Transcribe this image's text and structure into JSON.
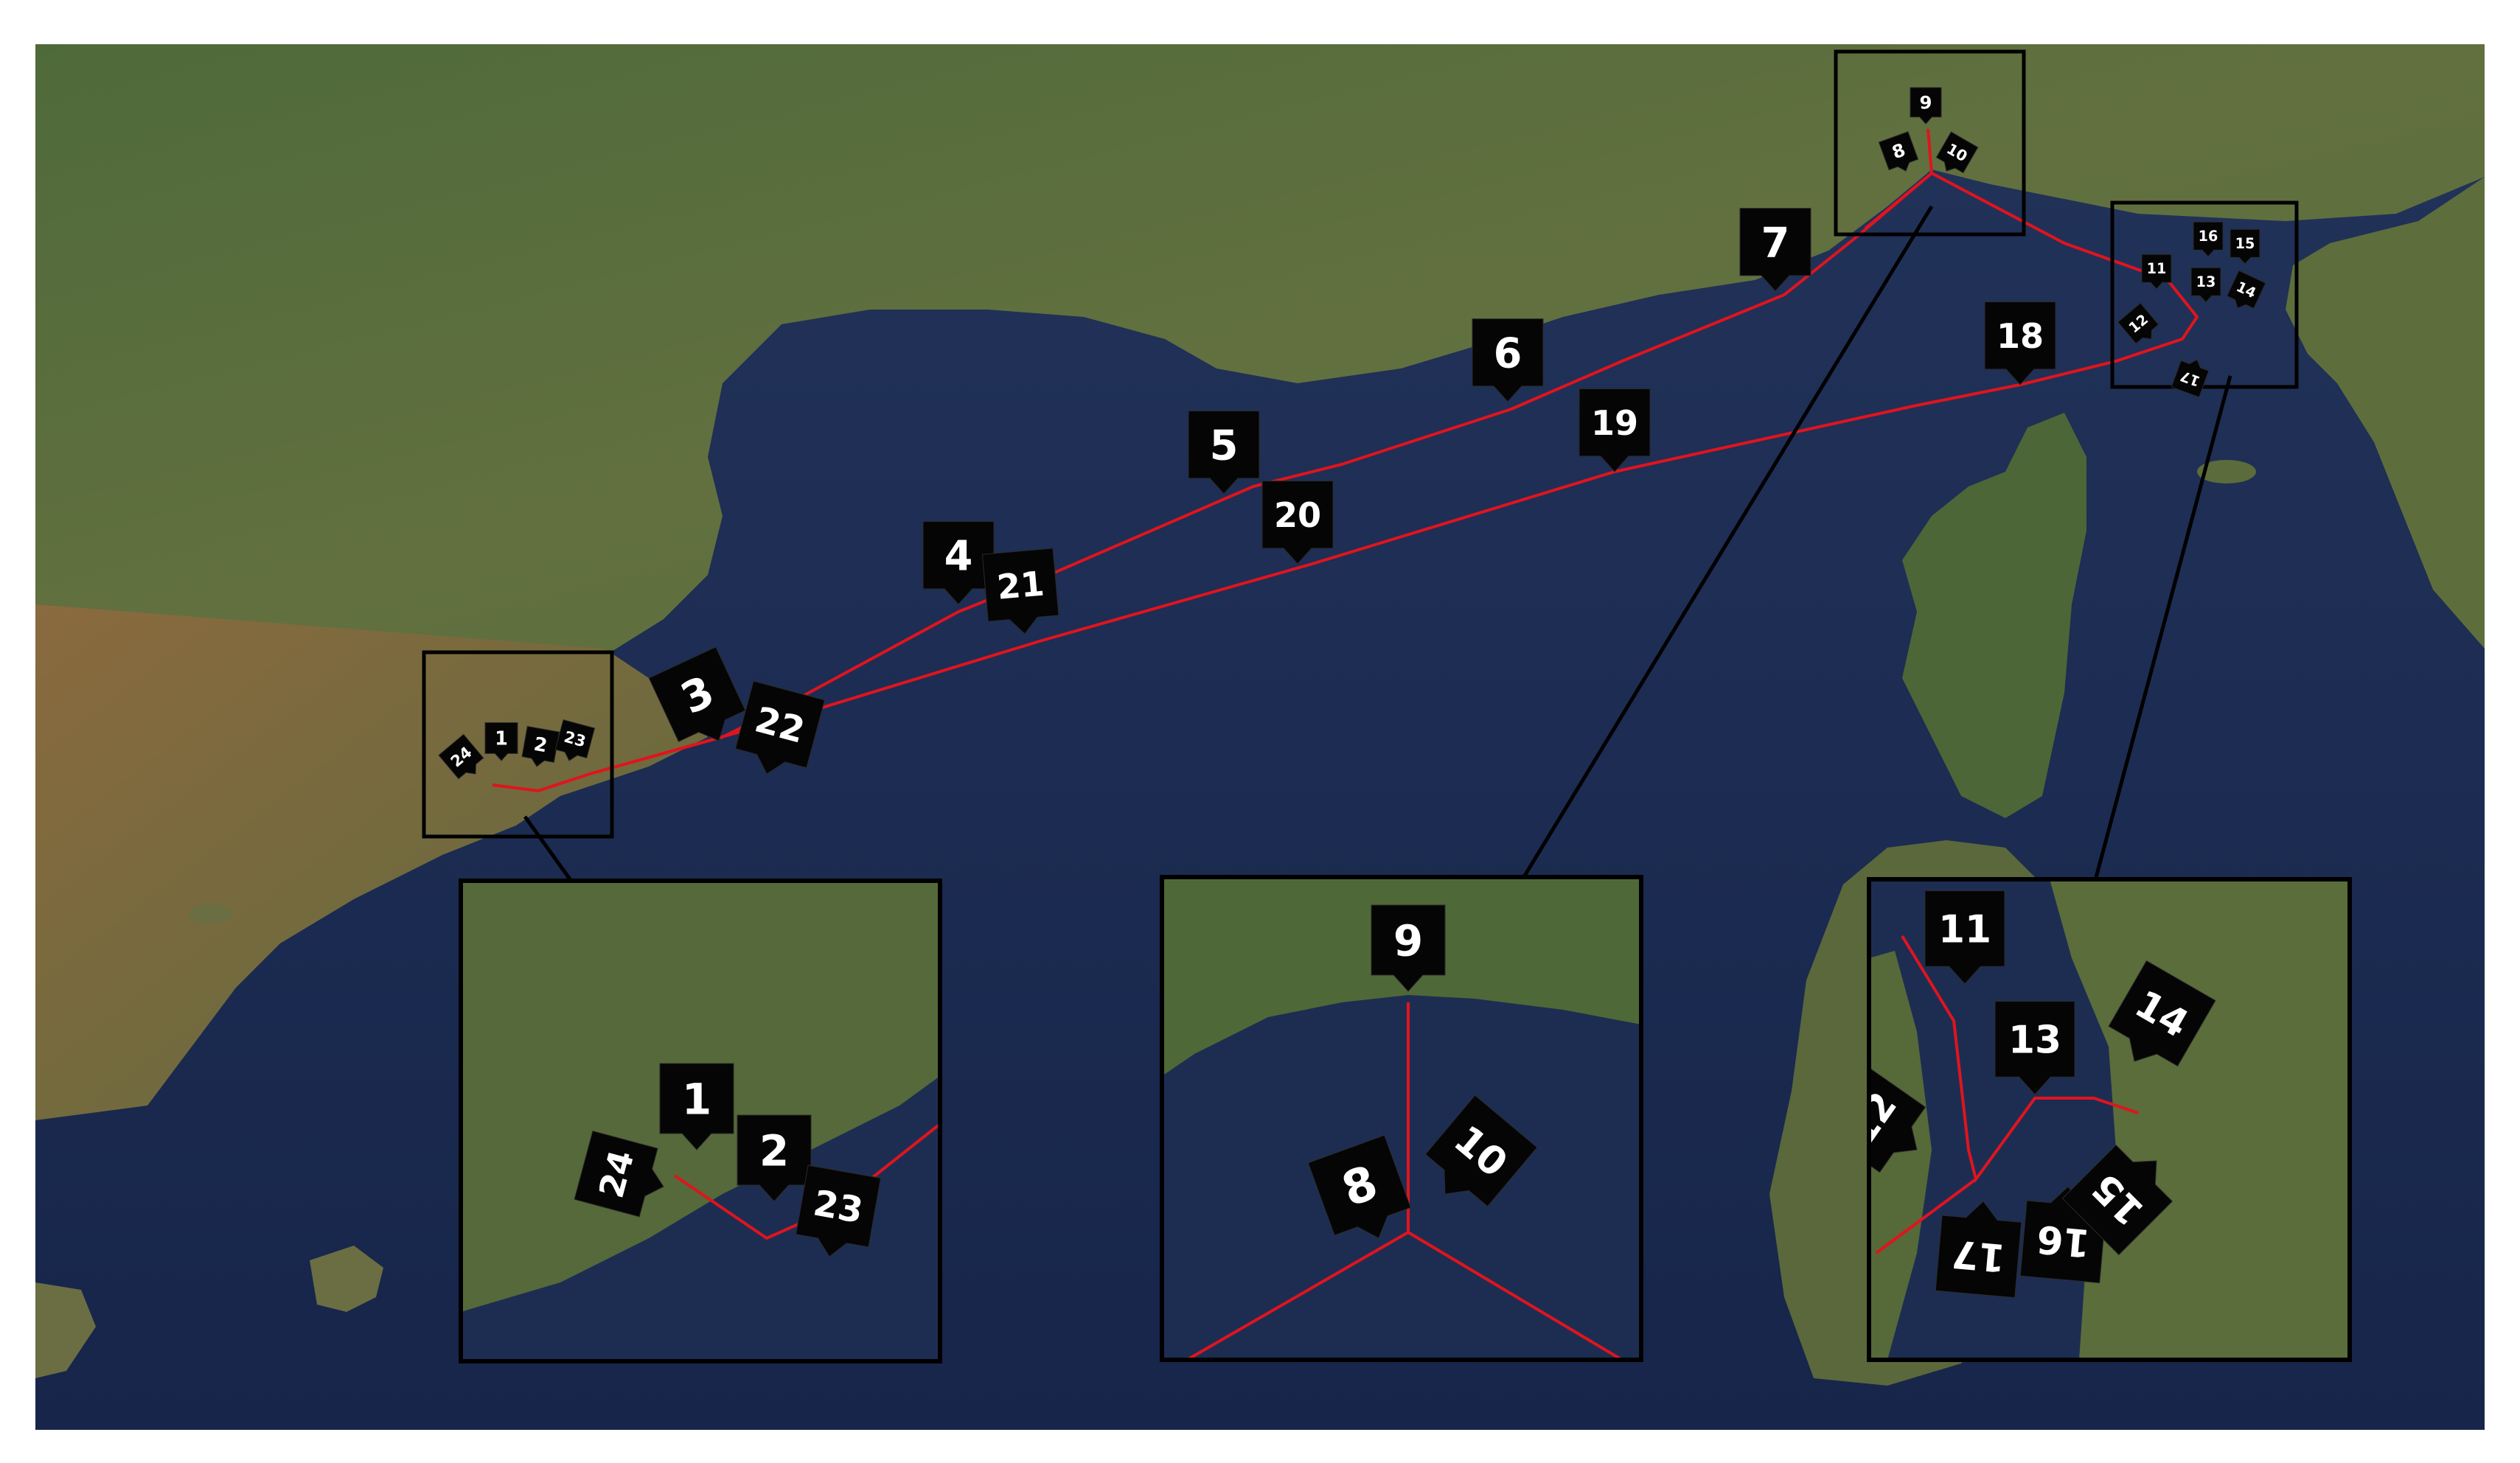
{
  "map": {
    "colors": {
      "sea": "#1b2a4e",
      "route": "#e0141e",
      "marker": "#050505",
      "marker_text": "#ffffff",
      "box": "#000000",
      "arrow": "#000000"
    }
  },
  "waypoints": [
    {
      "id": "1",
      "label": "1"
    },
    {
      "id": "2",
      "label": "2"
    },
    {
      "id": "3",
      "label": "3"
    },
    {
      "id": "4",
      "label": "4"
    },
    {
      "id": "5",
      "label": "5"
    },
    {
      "id": "6",
      "label": "6"
    },
    {
      "id": "7",
      "label": "7"
    },
    {
      "id": "8",
      "label": "8"
    },
    {
      "id": "9",
      "label": "9"
    },
    {
      "id": "10",
      "label": "10"
    },
    {
      "id": "11",
      "label": "11"
    },
    {
      "id": "12",
      "label": "12"
    },
    {
      "id": "13",
      "label": "13"
    },
    {
      "id": "14",
      "label": "14"
    },
    {
      "id": "15",
      "label": "15"
    },
    {
      "id": "16",
      "label": "16"
    },
    {
      "id": "17",
      "label": "17"
    },
    {
      "id": "18",
      "label": "18"
    },
    {
      "id": "19",
      "label": "19"
    },
    {
      "id": "20",
      "label": "20"
    },
    {
      "id": "21",
      "label": "21"
    },
    {
      "id": "22",
      "label": "22"
    },
    {
      "id": "23",
      "label": "23"
    },
    {
      "id": "24",
      "label": "24"
    }
  ]
}
